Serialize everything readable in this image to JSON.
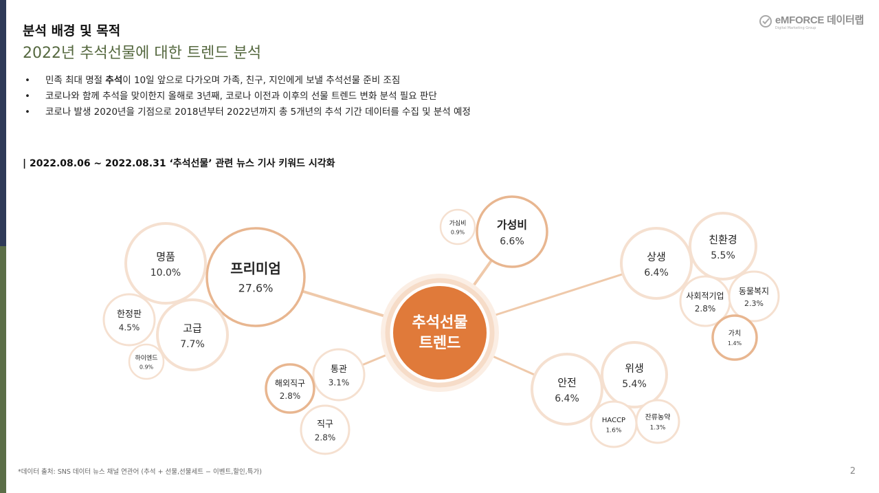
{
  "header": {
    "title": "분석 배경 및 목적",
    "subtitle": "2022년 추석선물에 대한 트렌드 분석"
  },
  "logo": {
    "brand": "eMFORCE 데이터랩",
    "tagline": "Digital Marketing Group"
  },
  "bullets": [
    {
      "prefix": "민족 최대 명절 ",
      "bold": "추석",
      "suffix": "이 10일 앞으로 다가오며 가족, 친구, 지인에게 보낼 추석선물 준비 조짐"
    },
    {
      "prefix": "코로나와 함께 추석을 맞이한지 올해로 3년째, 코로나 이전과 이후의 선물 트렌드 변화 분석 필요 판단",
      "bold": "",
      "suffix": ""
    },
    {
      "prefix": "코로나 발생 2020년을 기점으로 2018년부터 2022년까지 총 5개년의 추석 기간 데이터를 수집 및 분석 예정",
      "bold": "",
      "suffix": ""
    }
  ],
  "section_heading": "| 2022.08.06 ~ 2022.08.31 ‘추석선물’ 관련 뉴스 기사 키워드 시각화",
  "diagram": {
    "center": {
      "line1": "추석선물",
      "line2": "트렌드"
    },
    "colors": {
      "center": "#e07a3a",
      "center_halo": "#f6dcc8",
      "link": "#efc9aa",
      "main_ring": "#e8b690",
      "sub_ring": "#f5e0d0"
    },
    "nodes": [
      {
        "id": "premium",
        "label": "프리미엄",
        "value": "27.6%",
        "role": "main"
      },
      {
        "id": "myeongpum",
        "label": "명품",
        "value": "10.0%",
        "role": "sub"
      },
      {
        "id": "hanjeongpan",
        "label": "한정판",
        "value": "4.5%",
        "role": "sub"
      },
      {
        "id": "gogeup",
        "label": "고급",
        "value": "7.7%",
        "role": "sub"
      },
      {
        "id": "haiend",
        "label": "하이엔드",
        "value": "0.9%",
        "role": "sub"
      },
      {
        "id": "gaseongbi",
        "label": "가성비",
        "value": "6.6%",
        "role": "main"
      },
      {
        "id": "gasimbi",
        "label": "가심비",
        "value": "0.9%",
        "role": "sub"
      },
      {
        "id": "tonggwan",
        "label": "통관",
        "value": "3.1%",
        "role": "sub"
      },
      {
        "id": "haeoejikgu",
        "label": "해외직구",
        "value": "2.8%",
        "role": "main"
      },
      {
        "id": "jikgu",
        "label": "직구",
        "value": "2.8%",
        "role": "sub"
      },
      {
        "id": "sangsaeng",
        "label": "상생",
        "value": "6.4%",
        "role": "sub"
      },
      {
        "id": "chinhwangyeong",
        "label": "친환경",
        "value": "5.5%",
        "role": "sub"
      },
      {
        "id": "sahoejeokgieop",
        "label": "사회적기업",
        "value": "2.8%",
        "role": "sub"
      },
      {
        "id": "dongmulbokji",
        "label": "동물복지",
        "value": "2.3%",
        "role": "sub"
      },
      {
        "id": "gachi",
        "label": "가치",
        "value": "1.4%",
        "role": "main"
      },
      {
        "id": "anjeon",
        "label": "안전",
        "value": "6.4%",
        "role": "sub"
      },
      {
        "id": "wisaeng",
        "label": "위생",
        "value": "5.4%",
        "role": "sub"
      },
      {
        "id": "haccp",
        "label": "HACCP",
        "value": "1.6%",
        "role": "sub"
      },
      {
        "id": "janryunongyak",
        "label": "잔류농약",
        "value": "1.3%",
        "role": "sub"
      }
    ]
  },
  "footnote": "*데이터 출처: SNS 데이터 뉴스 채널 연관어 (추석 + 선물,선물세트 − 이벤트,할인,특가)",
  "page_number": "2"
}
